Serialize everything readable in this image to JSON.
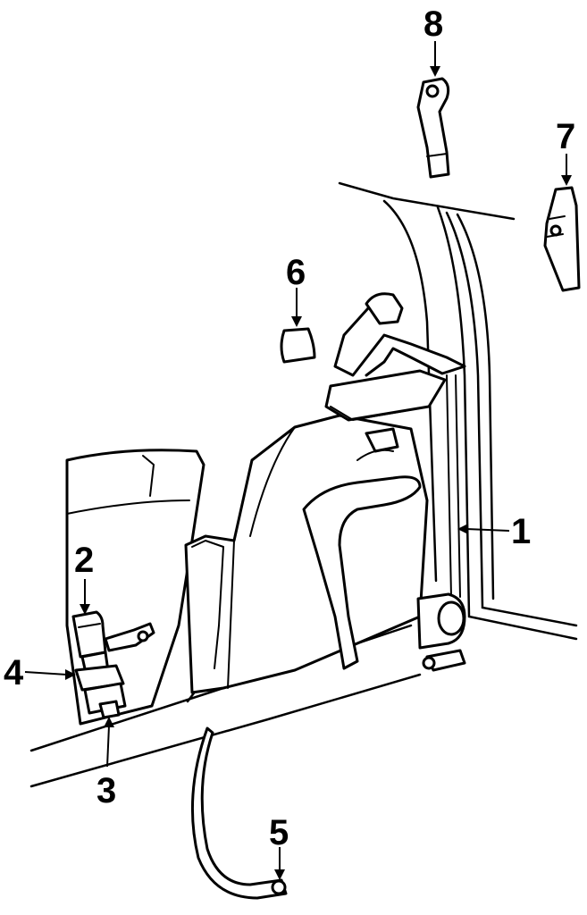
{
  "diagram": {
    "callouts": [
      {
        "id": "1",
        "label": "1"
      },
      {
        "id": "2",
        "label": "2"
      },
      {
        "id": "3",
        "label": "3"
      },
      {
        "id": "4",
        "label": "4"
      },
      {
        "id": "5",
        "label": "5"
      },
      {
        "id": "6",
        "label": "6"
      },
      {
        "id": "7",
        "label": "7"
      },
      {
        "id": "8",
        "label": "8"
      }
    ]
  },
  "colors": {
    "ink": "#000000",
    "paper": "#ffffff"
  }
}
